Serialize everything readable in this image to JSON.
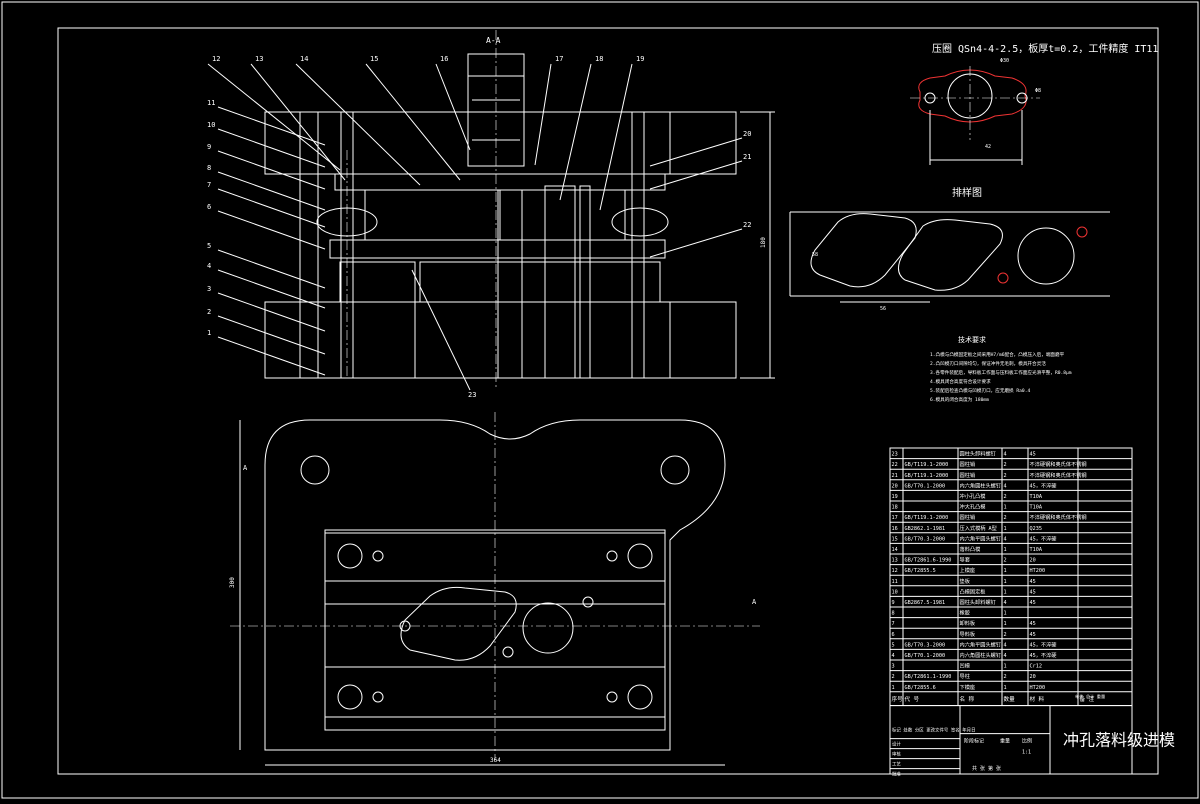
{
  "section_label": "A-A",
  "part_title": "压圈  QSn4-4-2.5，板厚t=0.2，工件精度 IT11",
  "layout_title": "排样图",
  "tech_req_title": "技术要求",
  "tech_req_lines": [
    "1.凸模与凸模固定板之间采用H7/m6配合，凸模压入后，端面磨平",
    "2.凸凹模刃口间隙均匀，保证冲件无毛刺，模具开合灵活",
    "3.各零件装配后，导料板工作面与压料板工作面应光滑平整，R0.8μm",
    "4.模具闭合高度符合设计要求",
    "5.装配后检查凸模与凹模刃口，应无磨损 Ra0.4",
    "6.模具的闭合高度为 180mm"
  ],
  "callouts_top": [
    "12",
    "13",
    "14",
    "15",
    "16",
    "17",
    "18",
    "19"
  ],
  "callouts_left": [
    "11",
    "10",
    "9",
    "8",
    "7",
    "6",
    "5",
    "4",
    "3",
    "2",
    "1"
  ],
  "callouts_right": [
    "20",
    "21",
    "22"
  ],
  "callout_bottom": "23",
  "bom": [
    {
      "no": "23",
      "std": "",
      "name": "圆柱头卸料螺钉",
      "qty": "4",
      "mat": "45",
      "note": ""
    },
    {
      "no": "22",
      "std": "GB/T119.1-2000",
      "name": "圆柱销",
      "qty": "2",
      "mat": "不淬硬钢和奥氏体不锈钢",
      "note": ""
    },
    {
      "no": "21",
      "std": "GB/T119.1-2000",
      "name": "圆柱销",
      "qty": "2",
      "mat": "不淬硬钢和奥氏体不锈钢",
      "note": ""
    },
    {
      "no": "20",
      "std": "GB/T70.1-2000",
      "name": "内六角圆柱头螺钉",
      "qty": "4",
      "mat": "45，不淬硬",
      "note": ""
    },
    {
      "no": "19",
      "std": "",
      "name": "冲小孔凸模",
      "qty": "2",
      "mat": "T10A",
      "note": ""
    },
    {
      "no": "18",
      "std": "",
      "name": "冲大孔凸模",
      "qty": "1",
      "mat": "T10A",
      "note": ""
    },
    {
      "no": "17",
      "std": "GB/T119.1-2000",
      "name": "圆柱销",
      "qty": "2",
      "mat": "不淬硬钢和奥氏体不锈钢",
      "note": ""
    },
    {
      "no": "16",
      "std": "GB2862.1-1981",
      "name": "压入式模柄 A型",
      "qty": "1",
      "mat": "Q235",
      "note": ""
    },
    {
      "no": "15",
      "std": "GB/T70.3-2000",
      "name": "内六角平圆头螺钉",
      "qty": "4",
      "mat": "45，不淬硬",
      "note": ""
    },
    {
      "no": "14",
      "std": "",
      "name": "落料凸模",
      "qty": "1",
      "mat": "T10A",
      "note": ""
    },
    {
      "no": "13",
      "std": "GB/T2861.6-1990",
      "name": "导套",
      "qty": "2",
      "mat": "20",
      "note": ""
    },
    {
      "no": "12",
      "std": "GB/T2855.5",
      "name": "上模座",
      "qty": "1",
      "mat": "HT200",
      "note": ""
    },
    {
      "no": "11",
      "std": "",
      "name": "垫板",
      "qty": "1",
      "mat": "45",
      "note": ""
    },
    {
      "no": "10",
      "std": "",
      "name": "凸模固定板",
      "qty": "1",
      "mat": "45",
      "note": ""
    },
    {
      "no": "9",
      "std": "GB2867.5-1981",
      "name": "圆柱头卸料螺钉",
      "qty": "4",
      "mat": "45",
      "note": ""
    },
    {
      "no": "8",
      "std": "",
      "name": "橡胶",
      "qty": "1",
      "mat": "",
      "note": ""
    },
    {
      "no": "7",
      "std": "",
      "name": "卸料板",
      "qty": "1",
      "mat": "45",
      "note": ""
    },
    {
      "no": "6",
      "std": "",
      "name": "导料板",
      "qty": "2",
      "mat": "45",
      "note": ""
    },
    {
      "no": "5",
      "std": "GB/T70.3-2000",
      "name": "内六角平圆头螺钉",
      "qty": "4",
      "mat": "45，不淬硬",
      "note": ""
    },
    {
      "no": "4",
      "std": "GB/T70.1-2000",
      "name": "内六角圆柱头螺钉",
      "qty": "4",
      "mat": "45，不淬硬",
      "note": ""
    },
    {
      "no": "3",
      "std": "",
      "name": "凹模",
      "qty": "1",
      "mat": "Cr12",
      "note": ""
    },
    {
      "no": "2",
      "std": "GB/T2861.1-1990",
      "name": "导柱",
      "qty": "2",
      "mat": "20",
      "note": ""
    },
    {
      "no": "1",
      "std": "GB/T2855.6",
      "name": "下模座",
      "qty": "1",
      "mat": "HT200",
      "note": ""
    }
  ],
  "bom_header": {
    "no": "序号",
    "std": "代  号",
    "name": "名  称",
    "qty": "数量",
    "mat": "材  料",
    "note": "备  注",
    "weight": "单件 总计 重量"
  },
  "title_block": {
    "drawing_name": "冲孔落料级进模",
    "scale_label": "比例",
    "scale": "1:1",
    "rows": [
      "标记 处数 分区 更改文件号 签名 年月日",
      "设计",
      "审核",
      "工艺",
      "批准"
    ],
    "stage_label": "阶段标记",
    "weight_label": "重量",
    "sheet_label": "共 张 第 张"
  },
  "dims": {
    "plan_width": "364",
    "plan_height": "300",
    "section_height": "180",
    "layout_pitch": "56",
    "layout_width": "58",
    "part_dia": "Φ30",
    "part_hole": "Φ8",
    "part_pitch": "42"
  }
}
